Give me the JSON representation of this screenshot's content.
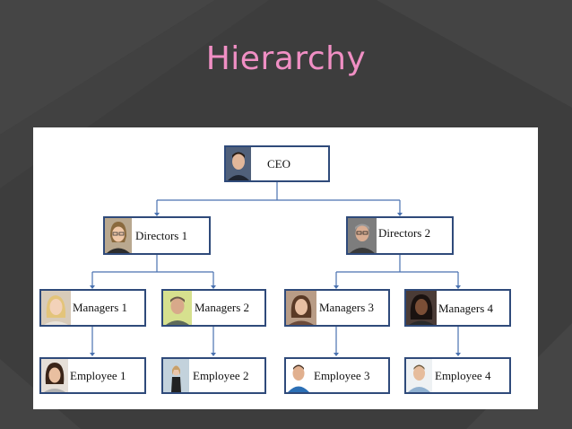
{
  "slide": {
    "title": "Hierarchy"
  },
  "org_chart": {
    "ceo": {
      "label": "CEO"
    },
    "directors": [
      {
        "label": "Directors 1"
      },
      {
        "label": "Directors 2"
      }
    ],
    "managers": [
      {
        "label": "Managers 1"
      },
      {
        "label": "Managers 2"
      },
      {
        "label": "Managers 3"
      },
      {
        "label": "Managers 4"
      }
    ],
    "employees": [
      {
        "label": "Employee 1"
      },
      {
        "label": "Employee 2"
      },
      {
        "label": "Employee 3"
      },
      {
        "label": "Employee 4"
      }
    ]
  },
  "colors": {
    "title": "#f08fc4",
    "background": "#3d3d3d",
    "node_border": "#2f4a7a",
    "connector": "#4a72b0"
  }
}
